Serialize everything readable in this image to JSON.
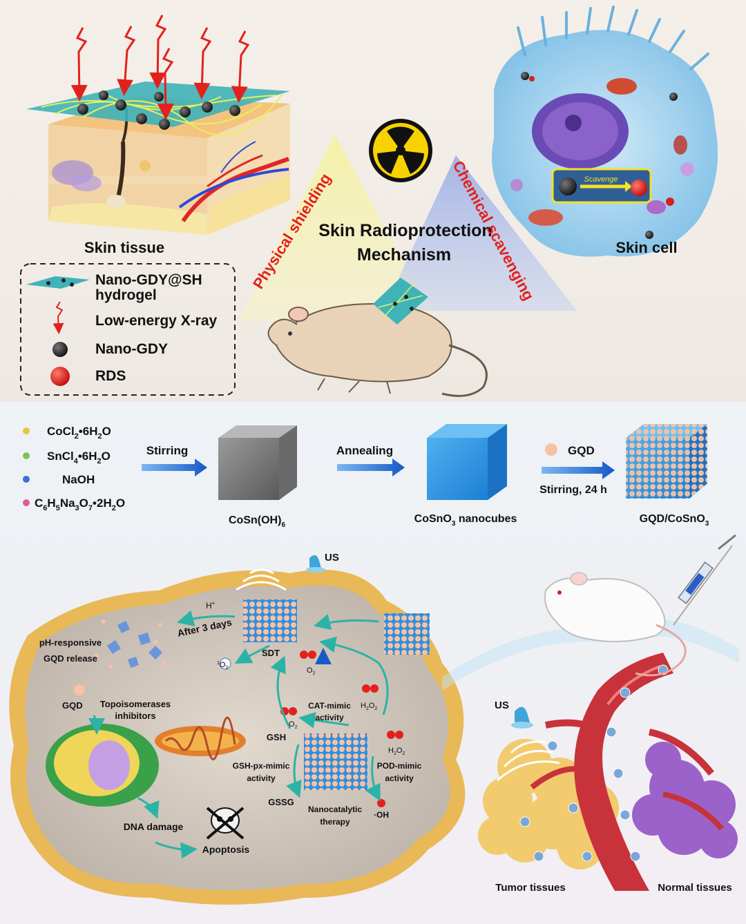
{
  "top": {
    "center_title_line1": "Skin Radioprotection",
    "center_title_line2": "Mechanism",
    "label_skin_tissue": "Skin tissue",
    "label_skin_cell": "Skin cell",
    "label_physical_shielding": "Physical shielding",
    "label_chemical_scavenging": "Chemical scavenging",
    "scavenge_tag": "Scavenge",
    "legend": {
      "item1_line1": "Nano-GDY@SH",
      "item1_line2": "hydrogel",
      "item2": "Low-energy X-ray",
      "item3": "Nano-GDY",
      "item4": "RDS"
    }
  },
  "synthesis": {
    "reagents": [
      {
        "name": "CoCl",
        "sub1": "2",
        "mid": "•6H",
        "sub2": "2",
        "end": "O",
        "color": "#e6c93a"
      },
      {
        "name": "SnCl",
        "sub1": "4",
        "mid": "•6H",
        "sub2": "2",
        "end": "O",
        "color": "#7cc35a"
      },
      {
        "name": "NaOH",
        "color": "#3f6fd1"
      },
      {
        "name": "C",
        "sub1": "6",
        "mid": "H",
        "sub2": "5",
        "end": "Na",
        "sub3": "3",
        "end2": "O",
        "sub4": "7",
        "end3": "•2H",
        "sub5": "2",
        "end4": "O",
        "color": "#e05a9a"
      }
    ],
    "step1": "Stirring",
    "step2": "Annealing",
    "step3_reagent": "GQD",
    "step3": "Stirring, 24 h",
    "product1_main": "CoSn(OH)",
    "product1_sub": "6",
    "product2_main": "CoSnO",
    "product2_sub": "3",
    "product2_suffix": " nanocubes",
    "product3_main": "GQD/CoSnO",
    "product3_sub": "3"
  },
  "cell": {
    "us_label": "US",
    "h_plus": "H",
    "after_3_days": "After 3 days",
    "ph_release_line1": "pH-responsive",
    "ph_release_line2": "GQD release",
    "sdt": "SDT",
    "singlet_oxygen": "O",
    "o2": "O",
    "gqd": "GQD",
    "topo_line1": "Topoisomerases",
    "topo_line2": "inhibitors",
    "cat_line1": "CAT-mimic",
    "cat_line2": "activity",
    "h2o2": "H",
    "gsh": "GSH",
    "gsh_px_line1": "GSH-px-mimic",
    "gsh_px_line2": "activity",
    "pod_line1": "POD-mimic",
    "pod_line2": "activity",
    "gssg": "GSSG",
    "nano_line1": "Nanocatalytic",
    "nano_line2": "therapy",
    "oh": "·OH",
    "dna_damage": "DNA damage",
    "apoptosis": "Apoptosis"
  },
  "tissue": {
    "us_label": "US",
    "tumor": "Tumor tissues",
    "normal": "Normal tissues"
  },
  "colors": {
    "xray": "#e3211c",
    "hydrogel": "#3fb3b8",
    "gdy": "#2a2a2a",
    "rds": "#d81e1e",
    "shield_triangle": "#eef08a",
    "scavenge_triangle": "#9fb4e6",
    "arrow_blue": "#1c6fd1",
    "nanocube_blue": "#2f8fe0",
    "gqd_pink": "#f6c2a4",
    "cell_membrane": "#e9b857",
    "teal_arrow": "#2bb3a5",
    "vessel_red": "#c8323a",
    "tumor_yellow": "#f2cb6e",
    "normal_purple": "#9b63c9"
  }
}
